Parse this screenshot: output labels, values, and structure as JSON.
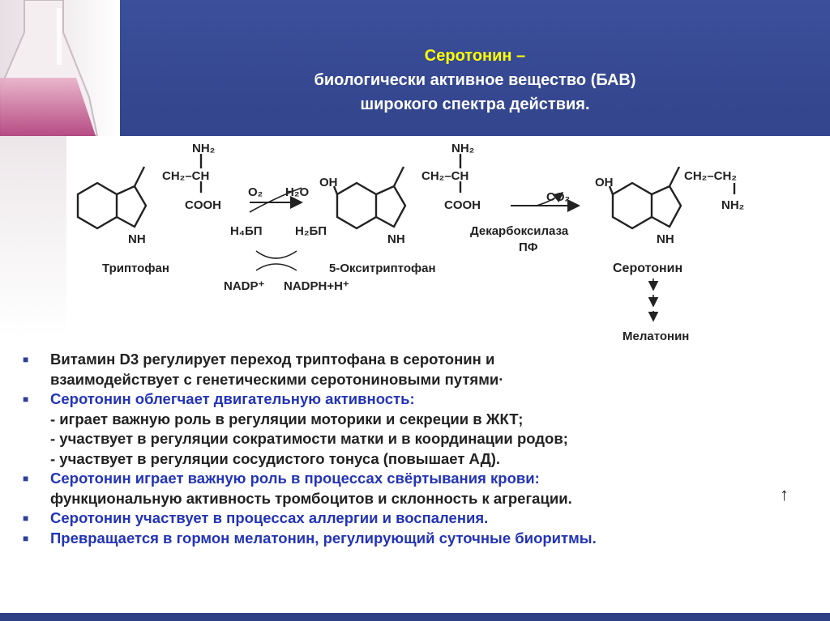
{
  "title": {
    "line1": "Серотонин –",
    "line2": "биологически активное вещество (БАВ)",
    "line3": "широкого спектра действия."
  },
  "diagram": {
    "tryptophan_name": "Триптофан",
    "hydroxytryptophan_name": "5-Окситриптофан",
    "serotonin_name": "Серотонин",
    "melatonin_name": "Мелатонин",
    "nh2": "NH₂",
    "nh": "NH",
    "oh": "OH",
    "ch2_ch": "CH₂–CH",
    "ch2_ch2": "CH₂–CH₂",
    "cooh": "COOH",
    "o2": "O₂",
    "h2o": "H₂O",
    "h4bp": "H₄БП",
    "h2bp": "H₂БП",
    "nadp": "NADP⁺",
    "nadph": "NADPH+H⁺",
    "decarboxylase": "Декарбоксилаза",
    "pf": "ПФ",
    "co2": "CO₂"
  },
  "bullets": [
    {
      "lines": [
        "Витамин  D3 регулирует переход триптофана в серотонин и",
        "взаимодействует с генетическими серотониновыми путями·"
      ]
    },
    {
      "head": "Серотонин облегчает двигательную активность:",
      "subs": [
        "-  играет важную роль в регуляции моторики и секреции в ЖКТ;",
        "-  участвует в регуляции сократимости матки и в координации родов;",
        "-  участвует в регуляции сосудистого тонуса (повышает АД)."
      ]
    },
    {
      "head": "Серотонин играет важную роль в процессах свёртывания крови:",
      "subs": [
        "функциональную активность тромбоцитов и склонность к агрегации."
      ]
    },
    {
      "head": "Серотонин участвует в процессах аллергии и воспаления."
    },
    {
      "head": "Превращается в гормон мелатонин, регулирующий суточные биоритмы."
    }
  ],
  "misc": {
    "bullet_symbol": "■",
    "up_arrow": "↑"
  }
}
